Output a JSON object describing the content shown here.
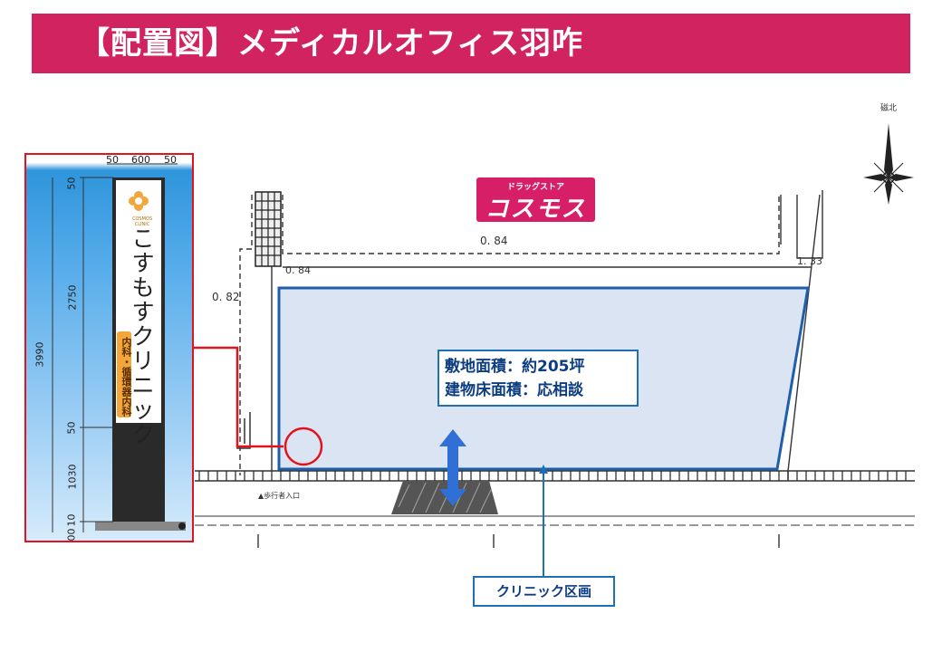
{
  "title": "【配置図】メディカルオフィス羽咋",
  "store_logo": {
    "small_text": "ドラッグストア",
    "big_text": "コスモス"
  },
  "info_box": {
    "line1": "敷地面積：約205坪",
    "line2": "建物床面積：応相談"
  },
  "clinic_label": "クリニック区画",
  "sign": {
    "name": "こすもすクリニック",
    "departments": "内科・循環器内科",
    "sub_logo": "COSMOS CLINIC",
    "dims": {
      "top_left": "50",
      "top_mid": "600",
      "top_right": "50",
      "total": "3990",
      "d1": "50",
      "d2": "2750",
      "d3": "50",
      "d4": "1030",
      "d5": "10",
      "d6": "00"
    }
  },
  "plan_labels": {
    "dim_top": "0. 84",
    "dim_top2": "0. 84",
    "dim_left": "0. 82",
    "dim_right": "1. 33",
    "north": "磁北",
    "entrance": "▲歩行者入口"
  },
  "colors": {
    "title_bg": "#d1235f",
    "site_fill": "#dbe4f3",
    "site_stroke": "#1f5ea8",
    "arrow": "#2f6fd6",
    "callout_border": "#1f6fb5",
    "highlight": "#e0141e"
  }
}
